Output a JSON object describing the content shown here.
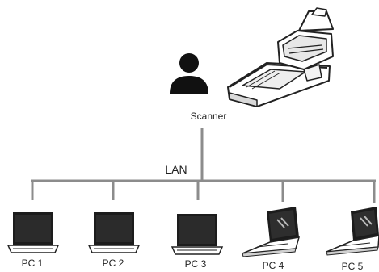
{
  "scanner": {
    "label": "Scanner",
    "icon": "flatbed-scanner-with-adf-icon"
  },
  "user": {
    "icon": "person-icon"
  },
  "network": {
    "label": "LAN"
  },
  "computers": [
    {
      "label": "PC 1",
      "icon": "laptop-icon"
    },
    {
      "label": "PC 2",
      "icon": "laptop-icon"
    },
    {
      "label": "PC 3",
      "icon": "laptop-icon"
    },
    {
      "label": "PC 4",
      "icon": "laptop-icon"
    },
    {
      "label": "PC 5",
      "icon": "laptop-icon"
    }
  ],
  "colors": {
    "line": "#8c8c8c",
    "device": "#1c1c1c",
    "screen": "#2b2b2b",
    "outline": "#222222"
  }
}
